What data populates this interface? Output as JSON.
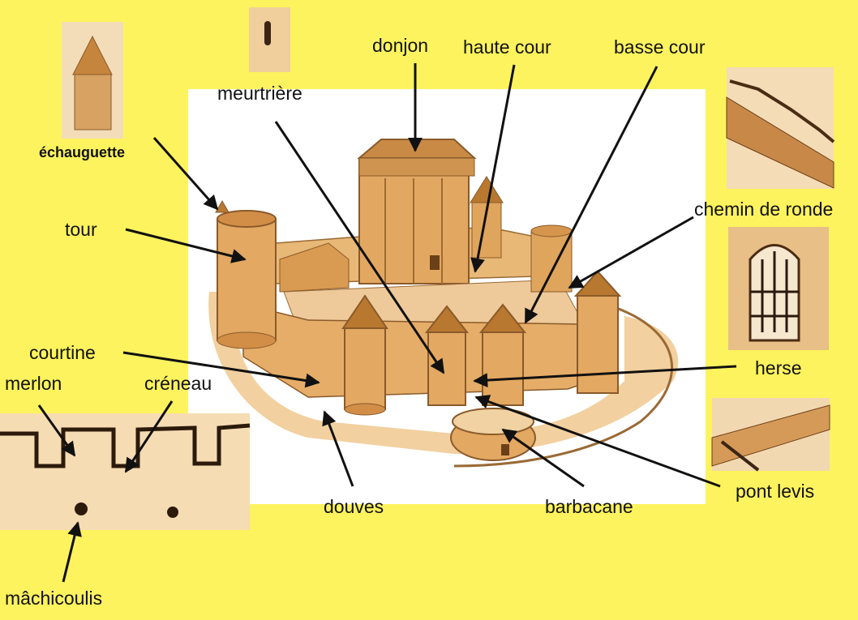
{
  "colors": {
    "background": "#fdf35e",
    "panel": "#ffffff",
    "stone": "#e0a55c",
    "stone_dark": "#b9782f",
    "ink": "#1a1a1a"
  },
  "labels": {
    "donjon": "donjon",
    "haute_cour": "haute cour",
    "basse_cour": "basse cour",
    "meurtriere": "meurtrière",
    "echauguette": "échauguette",
    "tour": "tour",
    "chemin_de_ronde": "chemin de ronde",
    "herse": "herse",
    "courtine": "courtine",
    "merlon": "merlon",
    "creneau": "créneau",
    "douves": "douves",
    "barbacane": "barbacane",
    "pont_levis": "pont levis",
    "machicoulis": "mâchicoulis"
  }
}
